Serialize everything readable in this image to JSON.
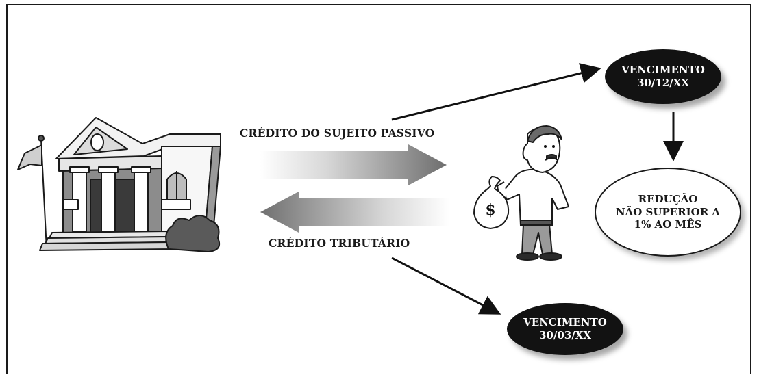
{
  "arrows": {
    "top_label": "CRÉDITO DO SUJEITO PASSIVO",
    "bottom_label": "CRÉDITO TRIBUTÁRIO"
  },
  "nodes": {
    "vencimento_top": {
      "line1": "VENCIMENTO",
      "line2": "30/12/XX"
    },
    "vencimento_bottom": {
      "line1": "VENCIMENTO",
      "line2": "30/03/XX"
    },
    "reducao": {
      "line1": "REDUÇÃO",
      "line2": "NÃO SUPERIOR A",
      "line3": "1% AO MÊS"
    }
  },
  "figures": {
    "bank": "bank-building-illustration",
    "person": "taxpayer-with-money-bag-illustration",
    "money_bag_symbol": "$"
  }
}
